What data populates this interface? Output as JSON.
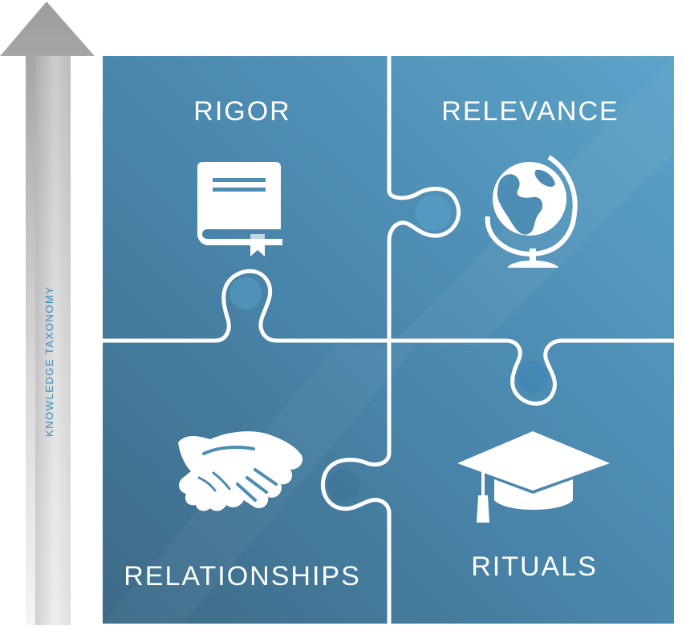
{
  "axis": {
    "label": "KNOWLEDGE TAXONOMY"
  },
  "quadrants": {
    "top_left": {
      "label": "RIGOR",
      "icon": "book-icon"
    },
    "top_right": {
      "label": "RELEVANCE",
      "icon": "globe-icon"
    },
    "bottom_left": {
      "label": "RELATIONSHIPS",
      "icon": "handshake-icon"
    },
    "bottom_right": {
      "label": "RITUALS",
      "icon": "graduation-cap-icon"
    }
  },
  "colors": {
    "tile_light": "#5a9ec4",
    "tile_dark": "#3f6f8c",
    "tile_mid": "#4f89ad",
    "arrow_light": "#f2f2f2",
    "arrow_dark": "#a8a8a8",
    "axis_text": "#3a8bbb",
    "icon": "#ffffff"
  }
}
